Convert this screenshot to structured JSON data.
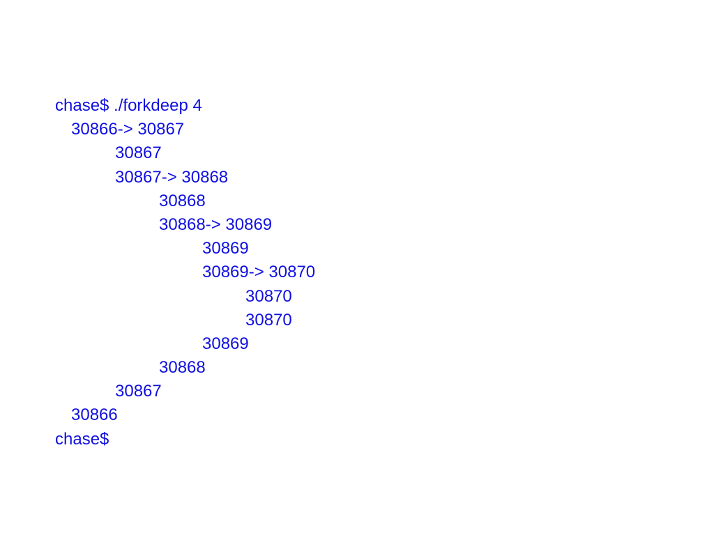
{
  "lines": [
    {
      "text": "chase$ ./forkdeep 4",
      "level": 0
    },
    {
      "text": "30866-> 30867",
      "level": 1
    },
    {
      "text": "30867",
      "level": 2
    },
    {
      "text": "30867-> 30868",
      "level": 2
    },
    {
      "text": "30868",
      "level": 3
    },
    {
      "text": "30868-> 30869",
      "level": 3
    },
    {
      "text": "30869",
      "level": 4
    },
    {
      "text": "30869-> 30870",
      "level": 4
    },
    {
      "text": "30870",
      "level": 5
    },
    {
      "text": "30870",
      "level": 5
    },
    {
      "text": "30869",
      "level": 4
    },
    {
      "text": "30868",
      "level": 3
    },
    {
      "text": "30867",
      "level": 2
    },
    {
      "text": "30866",
      "level": 1
    },
    {
      "text": "chase$",
      "level": 0
    }
  ],
  "text_color": "#1010e0"
}
